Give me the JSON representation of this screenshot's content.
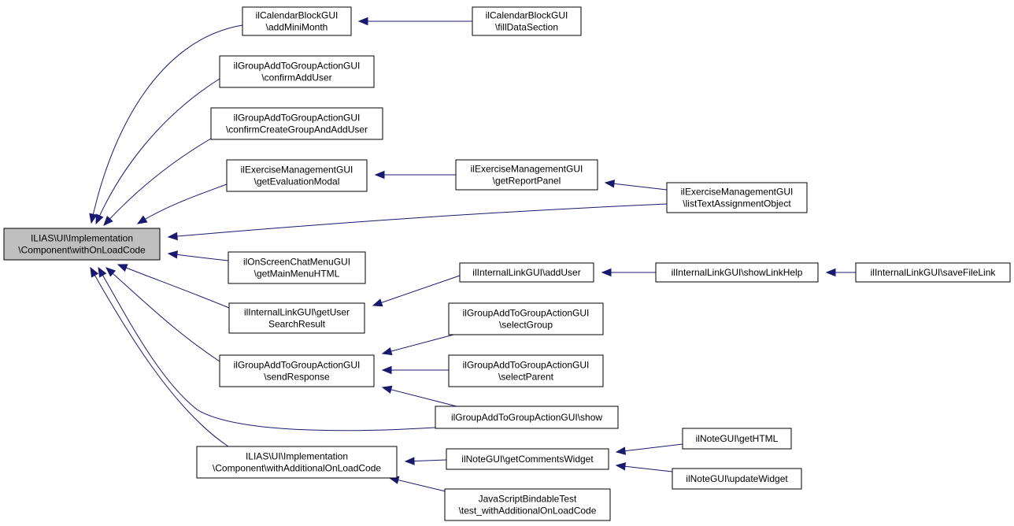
{
  "colors": {
    "edge": "#191970",
    "node_border": "#000000",
    "focus_fill": "#bfbfbf",
    "node_fill": "#ffffff"
  },
  "nodes": {
    "with_on_load_code": [
      "ILIAS\\UI\\Implementation",
      "\\Component\\withOnLoadCode"
    ],
    "calendar_add_mini_month": [
      "ilCalendarBlockGUI",
      "\\addMiniMonth"
    ],
    "calendar_fill_data_section": [
      "ilCalendarBlockGUI",
      "\\fillDataSection"
    ],
    "group_confirm_add_user": [
      "ilGroupAddToGroupActionGUI",
      "\\confirmAddUser"
    ],
    "group_confirm_create_group": [
      "ilGroupAddToGroupActionGUI",
      "\\confirmCreateGroupAndAddUser"
    ],
    "exercise_get_evaluation_modal": [
      "ilExerciseManagementGUI",
      "\\getEvaluationModal"
    ],
    "exercise_get_report_panel": [
      "ilExerciseManagementGUI",
      "\\getReportPanel"
    ],
    "exercise_list_text_assignment": [
      "ilExerciseManagementGUI",
      "\\listTextAssignmentObject"
    ],
    "chat_get_main_menu_html": [
      "ilOnScreenChatMenuGUI",
      "\\getMainMenuHTML"
    ],
    "link_add_user": [
      "ilInternalLinkGUI\\addUser"
    ],
    "link_show_link_help": [
      "ilInternalLinkGUI\\showLinkHelp"
    ],
    "link_save_file_link": [
      "ilInternalLinkGUI\\saveFileLink"
    ],
    "link_get_user_search_result": [
      "ilInternalLinkGUI\\getUser",
      "SearchResult"
    ],
    "group_select_group": [
      "ilGroupAddToGroupActionGUI",
      "\\selectGroup"
    ],
    "group_send_response": [
      "ilGroupAddToGroupActionGUI",
      "\\sendResponse"
    ],
    "group_select_parent": [
      "ilGroupAddToGroupActionGUI",
      "\\selectParent"
    ],
    "group_show": [
      "ilGroupAddToGroupActionGUI\\show"
    ],
    "with_additional_on_load_code": [
      "ILIAS\\UI\\Implementation",
      "\\Component\\withAdditionalOnLoadCode"
    ],
    "note_get_comments_widget": [
      "ilNoteGUI\\getCommentsWidget"
    ],
    "note_get_html": [
      "ilNoteGUI\\getHTML"
    ],
    "note_update_widget": [
      "ilNoteGUI\\updateWidget"
    ],
    "js_bindable_test": [
      "JavaScriptBindableTest",
      "\\test_withAdditionalOnLoadCode"
    ]
  }
}
